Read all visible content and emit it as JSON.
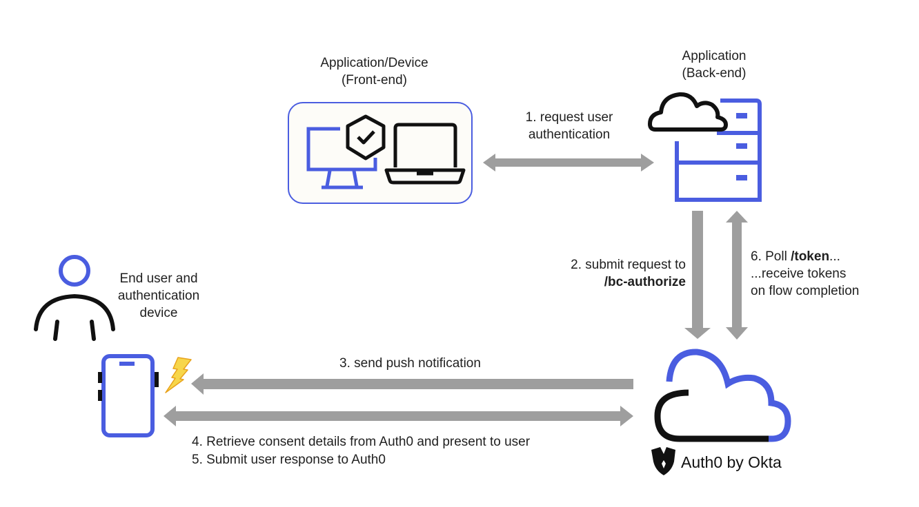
{
  "colors": {
    "brand_blue": "#4a5de0",
    "icon_black": "#111111",
    "arrow_gray": "#9e9e9e",
    "lightning_yellow": "#f7d64a",
    "lightning_outline": "#e8a21c",
    "frontend_box_bg": "#fdfcf8"
  },
  "nodes": {
    "frontend": {
      "title_line1": "Application/Device",
      "title_line2": "(Front-end)"
    },
    "backend": {
      "title_line1": "Application",
      "title_line2": "(Back-end)"
    },
    "end_user": {
      "line1": "End user and",
      "line2": "authentication",
      "line3": "device"
    },
    "auth0": {
      "brand": "Auth0 by Okta"
    }
  },
  "steps": {
    "step1": {
      "line1": "1. request user",
      "line2": "authentication"
    },
    "step2": {
      "line1": "2. submit request to",
      "line2": "/bc-authorize"
    },
    "step6": {
      "line1_prefix": "6. Poll ",
      "line1_bold": "/token",
      "line1_suffix": "...",
      "line2": "...receive tokens",
      "line3": "on flow completion"
    },
    "step3": {
      "label": "3. send push notification"
    },
    "step4": {
      "label": "4. Retrieve consent details from Auth0 and present to user"
    },
    "step5": {
      "label": "5. Submit user response to Auth0"
    }
  },
  "icons": {
    "monitor": "monitor-icon",
    "shield_check": "shield-check-icon",
    "laptop": "laptop-icon",
    "cloud": "cloud-icon",
    "server": "server-icon",
    "user": "user-icon",
    "phone": "smartphone-icon",
    "lightning": "lightning-icon",
    "auth0_cloud": "auth0-cloud-icon",
    "auth0_shield": "auth0-shield-logo-icon"
  }
}
